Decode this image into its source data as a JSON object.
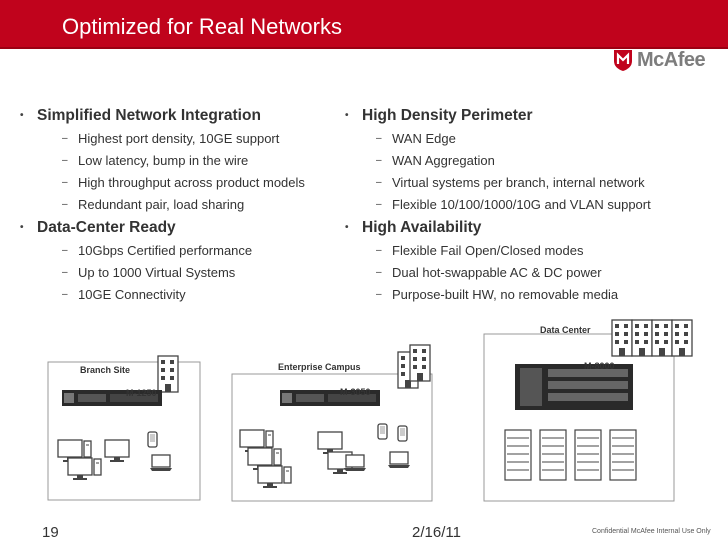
{
  "slide": {
    "title": "Optimized for Real Networks",
    "brand": "McAfee",
    "page_number": "19",
    "date": "2/16/11",
    "confidential": "Confidential McAfee Internal Use Only"
  },
  "left_column": [
    {
      "heading": "Simplified Network Integration",
      "items": [
        "Highest port density, 10GE support",
        "Low latency, bump in the wire",
        "High throughput across product models",
        "Redundant pair, load sharing"
      ]
    },
    {
      "heading": "Data-Center Ready",
      "items": [
        "10Gbps Certified performance",
        "Up to 1000 Virtual Systems",
        "10GE Connectivity"
      ]
    }
  ],
  "right_column": [
    {
      "heading": "High Density Perimeter",
      "items": [
        "WAN Edge",
        "WAN Aggregation",
        "Virtual systems per branch, internal network",
        "Flexible 10/100/1000/10G and VLAN support"
      ]
    },
    {
      "heading": "High Availability",
      "items": [
        "Flexible Fail Open/Closed modes",
        "Dual hot-swappable AC & DC power",
        "Purpose-built HW, no removable media"
      ]
    }
  ],
  "diagram": {
    "branch": {
      "label": "Branch Site",
      "model": "M-1250"
    },
    "campus": {
      "label": "Enterprise Campus",
      "model": "M-3050"
    },
    "datacenter": {
      "label": "Data Center",
      "model": "M-8000"
    }
  }
}
